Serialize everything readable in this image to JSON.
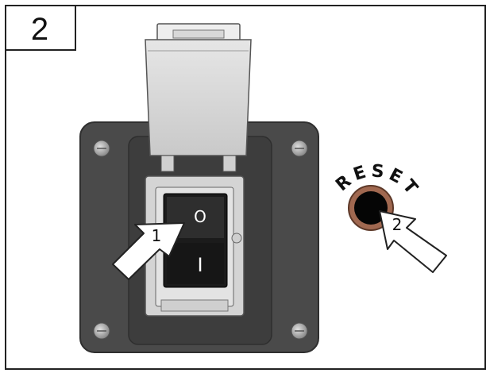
{
  "step_number": "2",
  "switch": {
    "off_symbol": "O",
    "on_symbol": "I"
  },
  "callouts": {
    "arrow_1_label": "1",
    "arrow_2_label": "2"
  },
  "reset_button": {
    "label_letters": [
      "R",
      "E",
      "S",
      "E",
      "T"
    ]
  },
  "colors": {
    "panel": "#4a4a4a",
    "flap": "#d9d9d9",
    "reset_ring": "#a06850",
    "reset_center": "#050505"
  },
  "icons": [
    "power-switch-icon",
    "pointer-arrow-icon",
    "reset-button-icon",
    "screw-icon"
  ]
}
